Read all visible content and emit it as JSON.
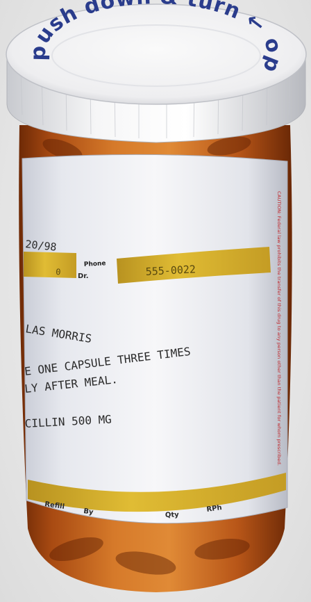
{
  "cap": {
    "text": "push down & turn ← open-close",
    "color": "#2a3c8c"
  },
  "label": {
    "date_fragment": "20/98",
    "phone_label": "Phone",
    "phone_value": "555-0022",
    "dr_label": "Dr.",
    "rx_fragment": "0",
    "patient": "LAS MORRIS",
    "direction_line1": "E ONE CAPSULE THREE TIMES",
    "direction_line2": "LY AFTER MEAL.",
    "drug": "CILLIN 500 MG",
    "footer_refill": "Refill",
    "footer_by": "By",
    "footer_qty": "Qty",
    "footer_rph": "RPh",
    "warning_text": "CAUTION: Federal law prohibits the transfer of this drug to any person other than the patient for whom prescribed."
  },
  "colors": {
    "amber": "#c8631a",
    "amber_dark": "#7a2e08",
    "yellow_band": "#d8b42a",
    "label_white": "#f4f4f6",
    "warning_red": "#c0282c"
  }
}
